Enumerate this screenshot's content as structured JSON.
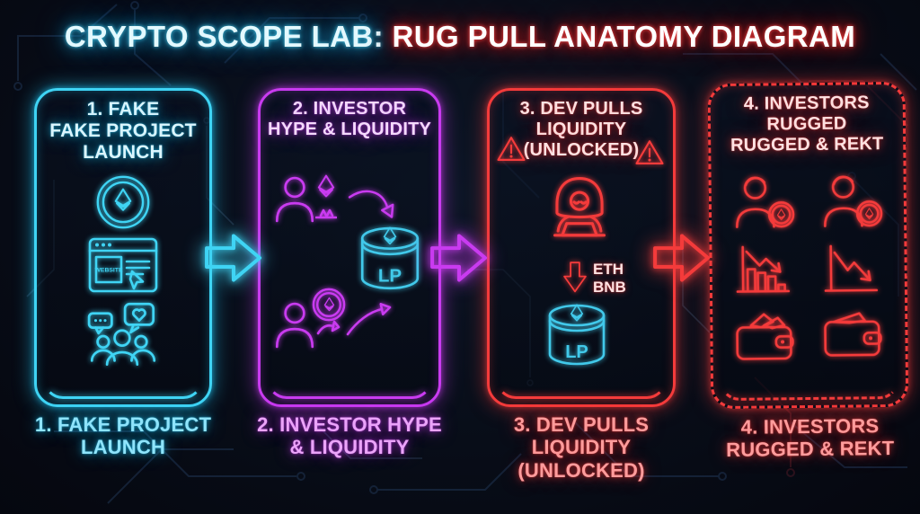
{
  "title": {
    "lab": "CRYPTO SCOPE LAB:",
    "main": " RUG PULL ANATOMY DIAGRAM"
  },
  "colors": {
    "background": "#080d18",
    "cyan": "#3fd4f4",
    "purple": "#c93bf0",
    "red": "#f43b3b",
    "lp_cyan": "#41c9ea",
    "title_left": "#e3f9ff",
    "title_right": "#ffffff"
  },
  "stages": [
    {
      "number": "1",
      "accent": "#3fd4f4",
      "heading": [
        "1. FAKE",
        "FAKE PROJECT",
        "LAUNCH"
      ],
      "caption": [
        "1. FAKE PROJECT",
        "LAUNCH"
      ],
      "icons": [
        "eth-coin-icon",
        "fake-website-icon",
        "community-hype-icon"
      ],
      "website_label": "WEBSITE"
    },
    {
      "number": "2",
      "accent": "#c93bf0",
      "heading": [
        "2. INVESTOR",
        "HYPE & LIQUIDITY"
      ],
      "caption": [
        "2. INVESTOR HYPE",
        "& LIQUIDITY"
      ],
      "icons": [
        "investor-icon",
        "eth-diamond-icon",
        "flow-curve-arrow-icon",
        "lp-pool-icon",
        "investor-coin-icon"
      ],
      "lp_label": "LP"
    },
    {
      "number": "3",
      "accent": "#f43b3b",
      "heading": [
        "3. DEV PULLS",
        "LIQUIDITY",
        "(UNLOCKED)"
      ],
      "caption": [
        "3. DEV PULLS",
        "LIQUIDITY",
        "(UNLOCKED)"
      ],
      "icons": [
        "warning-triangle-icon",
        "hacker-dev-icon",
        "withdraw-arrow-icon",
        "lp-pool-icon"
      ],
      "token_labels": [
        "ETH",
        "BNB"
      ],
      "lp_label": "LP"
    },
    {
      "number": "4",
      "accent": "#f43b3b",
      "heading": [
        "4. INVESTORS",
        "RUGGED",
        "RUGGED & REKT"
      ],
      "caption": [
        "4. INVESTORS",
        "RUGGED & REKT"
      ],
      "icons": [
        "rugged-investor-icon",
        "rugged-investor-icon",
        "bar-chart-down-icon",
        "line-chart-down-icon",
        "empty-wallet-icon",
        "empty-wallet-icon"
      ]
    }
  ]
}
